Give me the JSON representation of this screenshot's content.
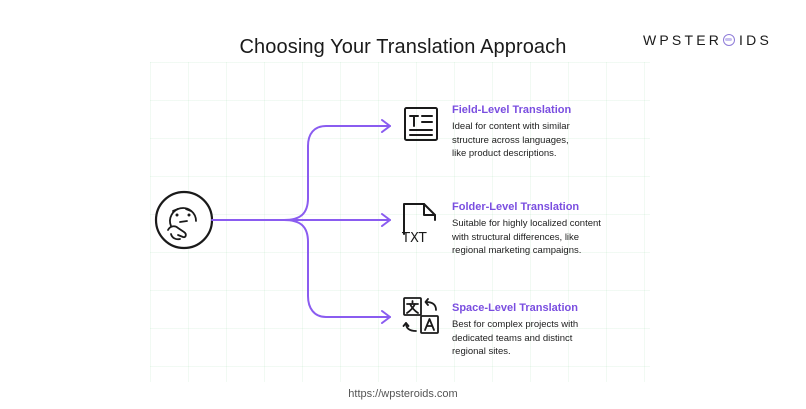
{
  "title": "Choosing Your Translation Approach",
  "brand": {
    "part1": "WPSTER",
    "part2": "IDS"
  },
  "center_icon": "thinking-face-icon",
  "options": [
    {
      "icon": "text-document-icon",
      "title": "Field-Level Translation",
      "description": "Ideal for content with similar\nstructure across languages,\nlike product descriptions."
    },
    {
      "icon": "txt-file-icon",
      "icon_text": "TXT",
      "title": "Folder-Level Translation",
      "description": "Suitable for highly localized content\nwith structural differences, like\nregional marketing campaigns."
    },
    {
      "icon": "translate-icon",
      "title": "Space-Level Translation",
      "description": "Best for complex projects with\ndedicated teams and distinct\nregional sites."
    }
  ],
  "footer": "https://wpsteroids.com",
  "colors": {
    "accent": "#7a4ee0",
    "connector": "#8a5cf0",
    "text": "#1c1c1c"
  }
}
